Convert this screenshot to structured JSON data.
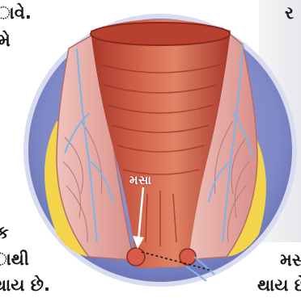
{
  "text": {
    "left_lines": [
      "ાવે.",
      "મે",
      "ક",
      "ાથી",
      "થાય છે."
    ],
    "right_lines": [
      "ર",
      "મસ",
      "થાય છે"
    ],
    "illustration_label": "મસા"
  },
  "colors": {
    "disc": "#7f89c7",
    "disc_rim": "#d9dcef",
    "canal": "#c74f38",
    "tissue": "#e6a4a0",
    "fat": "#f4d44a",
    "vessel": "#7ab7e8"
  }
}
